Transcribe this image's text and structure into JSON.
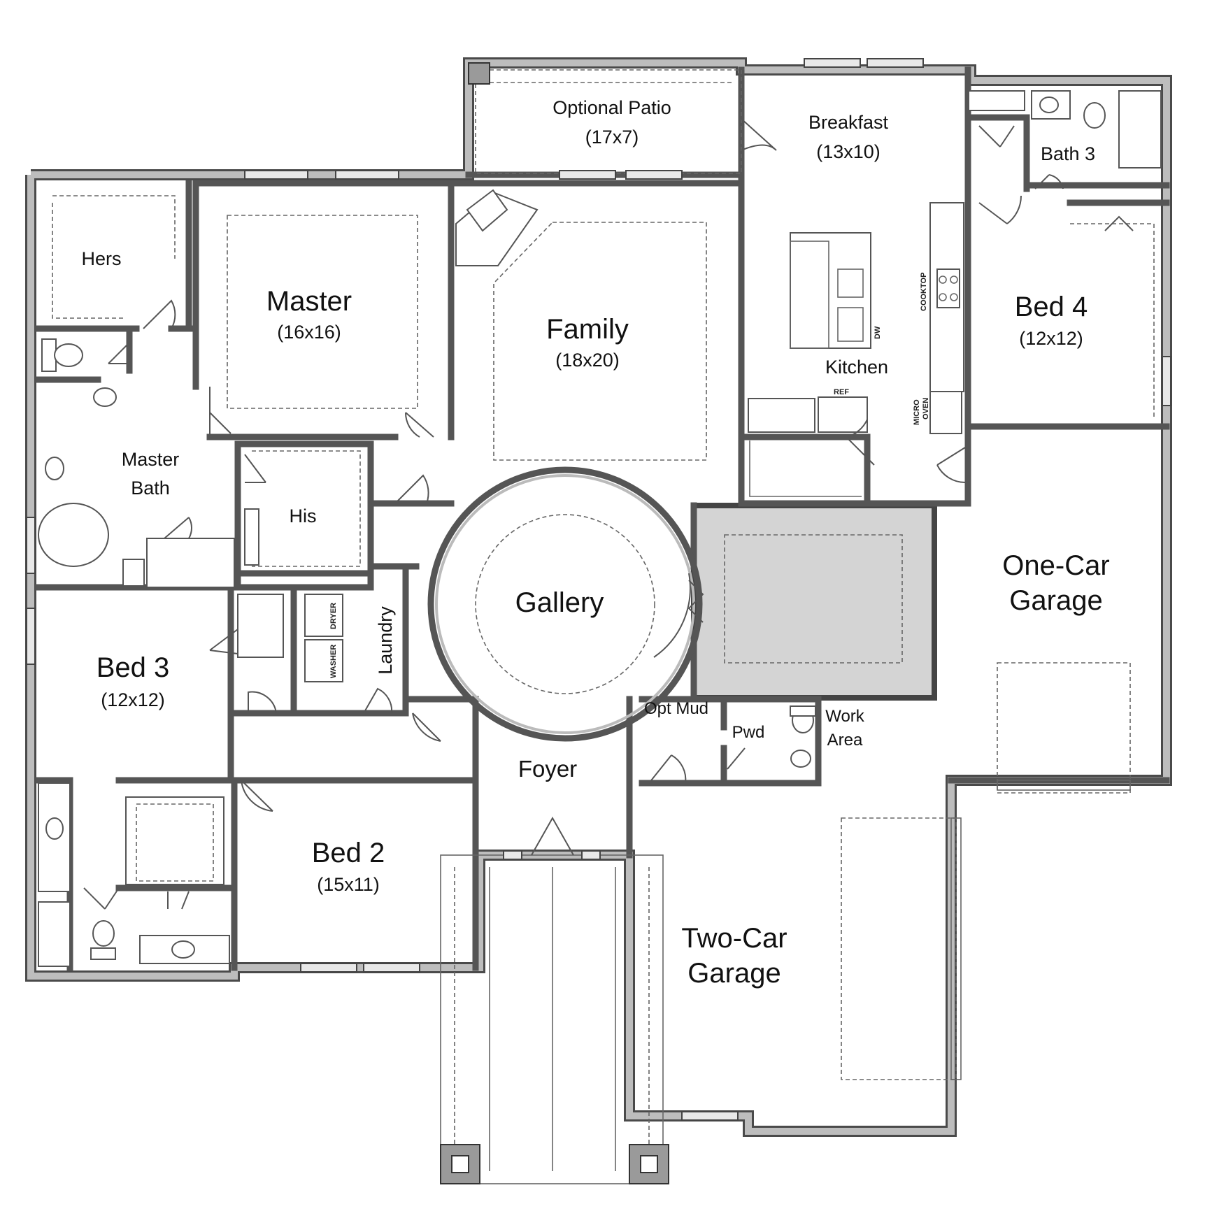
{
  "plan": {
    "rooms": {
      "optional_patio": {
        "name": "Optional Patio",
        "size": "(17x7)"
      },
      "breakfast": {
        "name": "Breakfast",
        "size": "(13x10)"
      },
      "bath3": {
        "name": "Bath 3"
      },
      "hers": {
        "name": "Hers"
      },
      "master": {
        "name": "Master",
        "size": "(16x16)"
      },
      "family": {
        "name": "Family",
        "size": "(18x20)"
      },
      "kitchen": {
        "name": "Kitchen"
      },
      "bed4": {
        "name": "Bed 4",
        "size": "(12x12)"
      },
      "master_bath": {
        "line1": "Master",
        "line2": "Bath"
      },
      "his": {
        "name": "His"
      },
      "gallery": {
        "name": "Gallery"
      },
      "one_car_garage": {
        "line1": "One-Car",
        "line2": "Garage"
      },
      "laundry": {
        "name": "Laundry"
      },
      "bed3": {
        "name": "Bed 3",
        "size": "(12x12)"
      },
      "opt_mud": {
        "name": "Opt Mud"
      },
      "pwd": {
        "name": "Pwd"
      },
      "work_area": {
        "line1": "Work",
        "line2": "Area"
      },
      "foyer": {
        "name": "Foyer"
      },
      "bed2": {
        "name": "Bed 2",
        "size": "(15x11)"
      },
      "two_car_garage": {
        "line1": "Two-Car",
        "line2": "Garage"
      }
    },
    "appliances": {
      "cooktop": "COOKTOP",
      "dw": "DW",
      "ref": "REF",
      "micro": "MICRO",
      "oven": "OVEN",
      "dryer": "DRYER",
      "washer": "WASHER"
    },
    "colors": {
      "wall": "#555555",
      "highlight_room": "#d4d4d4",
      "dashed": "#666666"
    }
  }
}
